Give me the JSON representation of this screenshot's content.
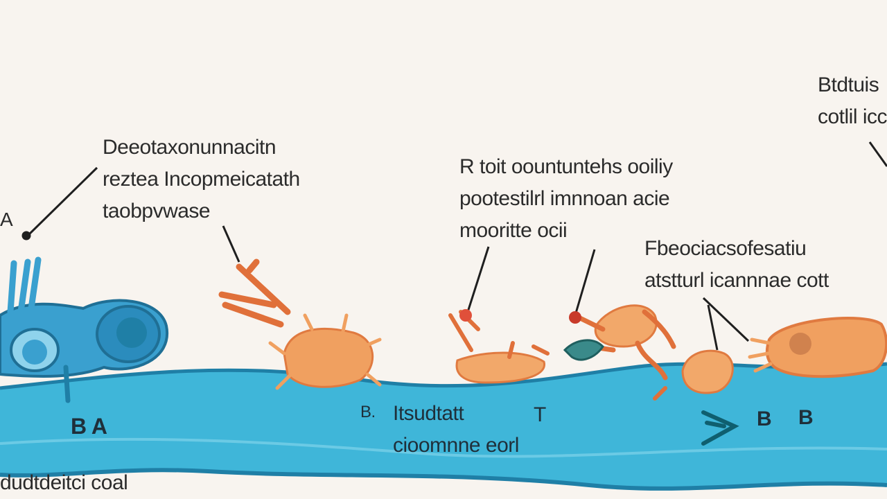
{
  "labels": {
    "left_callout": [
      "Deeotaxonunnacitn",
      "reztea Incopmeicatath",
      "taobpvwase"
    ],
    "middle_callout": [
      "R toit oountuntehs ooiliy",
      "pootestilrl imnnoan acie",
      "mooritte ocii"
    ],
    "right_callout": [
      "Fbeociacsofesatiu",
      "atstturl icannnae cott"
    ],
    "top_right": [
      "Btdtuis",
      "cotlil icc"
    ],
    "left_edge_mark": "A",
    "stream_left": "B A",
    "stream_center_prefix": "B.",
    "stream_center": [
      "Itsudtatt",
      "cioomnne eorl"
    ],
    "stream_T": "T",
    "stream_right_1": "B",
    "stream_right_2": "B",
    "bottom_left": "dudtdeitci coal"
  },
  "colors": {
    "background": "#f8f4ef",
    "stream": "#3fb6d9",
    "stream_dark": "#1f7fa6",
    "blue_cell": "#3aa0cf",
    "orange_cell": "#f0a060",
    "orange_dark": "#e0703a",
    "text": "#2b2b2b"
  }
}
